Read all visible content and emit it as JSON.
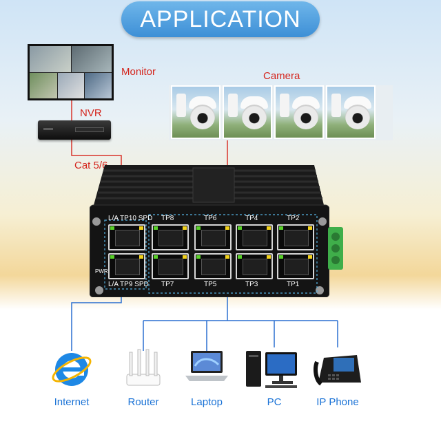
{
  "title": "APPLICATION",
  "labels": {
    "monitor": "Monitor",
    "nvr": "NVR",
    "cable": "Cat 5/6",
    "camera": "Camera"
  },
  "switch": {
    "top_left_label": "L/A TP10 SPD",
    "bottom_left_label": "L/A TP9 SPD",
    "pwr": "PWR",
    "top_ports": [
      "TP8",
      "TP6",
      "TP4",
      "TP2"
    ],
    "bottom_ports": [
      "TP7",
      "TP5",
      "TP3",
      "TP1"
    ]
  },
  "devices": [
    {
      "label": "Internet",
      "icon": "internet-explorer-icon"
    },
    {
      "label": "Router",
      "icon": "router-icon"
    },
    {
      "label": "Laptop",
      "icon": "laptop-icon"
    },
    {
      "label": "PC",
      "icon": "pc-icon"
    },
    {
      "label": "IP Phone",
      "icon": "ip-phone-icon"
    }
  ],
  "colors": {
    "title_bg": "#3d8fd6",
    "red_label": "#d4241c",
    "blue_label": "#1b73d6",
    "red_line": "#d8322a",
    "blue_line": "#2a6fd0",
    "led_green": "#5ad12a",
    "led_yellow": "#f2d21c",
    "terminal": "#3fae4a"
  }
}
